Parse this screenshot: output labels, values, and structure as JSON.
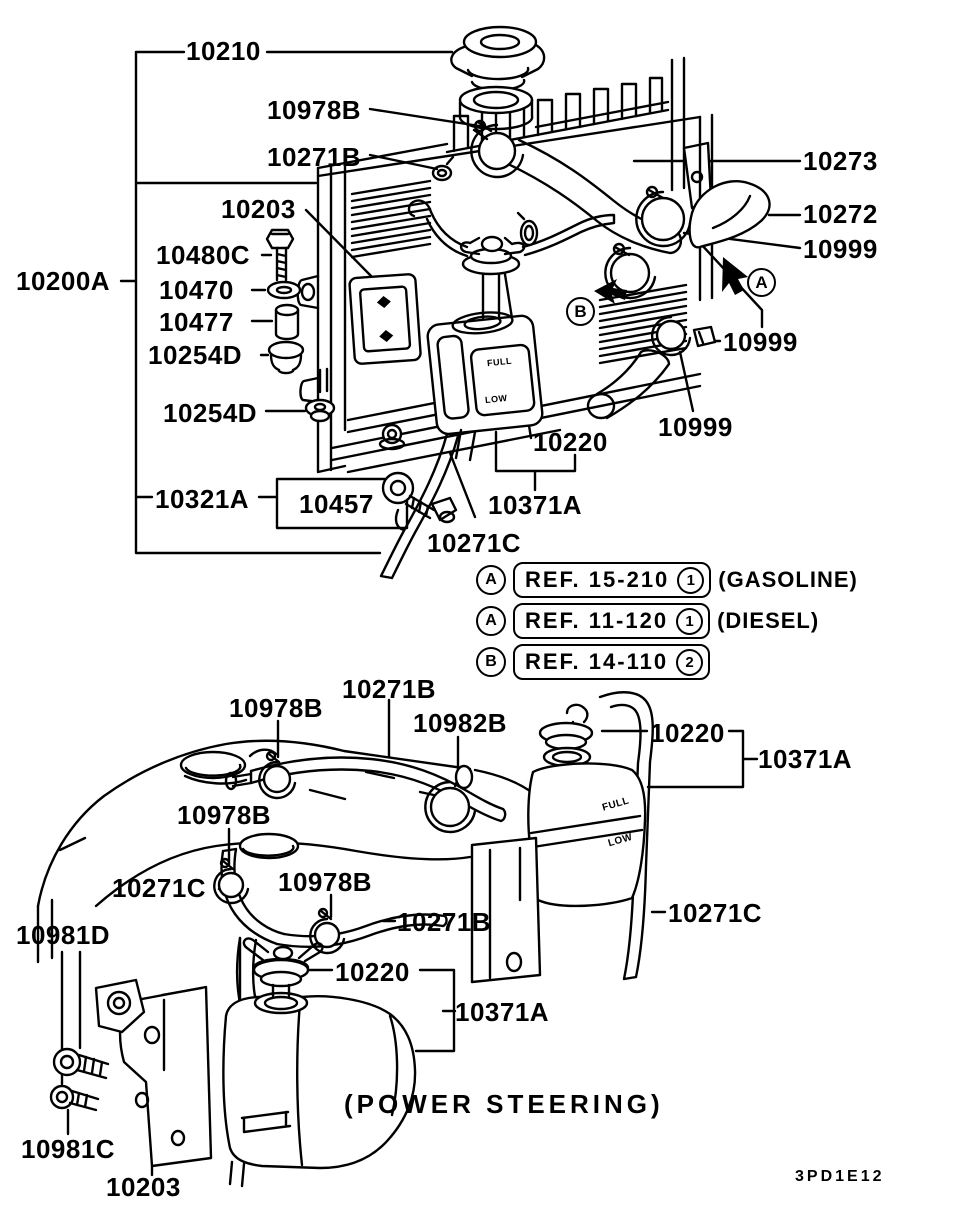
{
  "diagram_code": "3PD1E12",
  "power_steering_note": "(POWER STEERING)",
  "tank_marks": {
    "full": "FULL",
    "low": "LOW"
  },
  "markers": {
    "a": "A",
    "b": "B"
  },
  "ref_rows": [
    {
      "marker": "A",
      "text": "REF. 15-210",
      "num": "1",
      "suffix": "(GASOLINE)"
    },
    {
      "marker": "A",
      "text": "REF. 11-120",
      "num": "1",
      "suffix": "(DIESEL)"
    },
    {
      "marker": "B",
      "text": "REF. 14-110",
      "num": "2",
      "suffix": ""
    }
  ],
  "labels": [
    {
      "t": "10210"
    },
    {
      "t": "10978B"
    },
    {
      "t": "10271B"
    },
    {
      "t": "10203"
    },
    {
      "t": "10480C"
    },
    {
      "t": "10200A"
    },
    {
      "t": "10470"
    },
    {
      "t": "10477"
    },
    {
      "t": "10254D"
    },
    {
      "t": "10254D"
    },
    {
      "t": "10321A"
    },
    {
      "t": "10457"
    },
    {
      "t": "10271C"
    },
    {
      "t": "10220"
    },
    {
      "t": "10371A"
    },
    {
      "t": "10273"
    },
    {
      "t": "10272"
    },
    {
      "t": "10999"
    },
    {
      "t": "10999"
    },
    {
      "t": "10999"
    },
    {
      "t": "10978B"
    },
    {
      "t": "10271B"
    },
    {
      "t": "10982B"
    },
    {
      "t": "10978B"
    },
    {
      "t": "10271C"
    },
    {
      "t": "10978B"
    },
    {
      "t": "10271B"
    },
    {
      "t": "10981D"
    },
    {
      "t": "10220"
    },
    {
      "t": "10371A"
    },
    {
      "t": "10271C"
    },
    {
      "t": "10220"
    },
    {
      "t": "10371A"
    },
    {
      "t": "10981C"
    },
    {
      "t": "10203"
    }
  ]
}
